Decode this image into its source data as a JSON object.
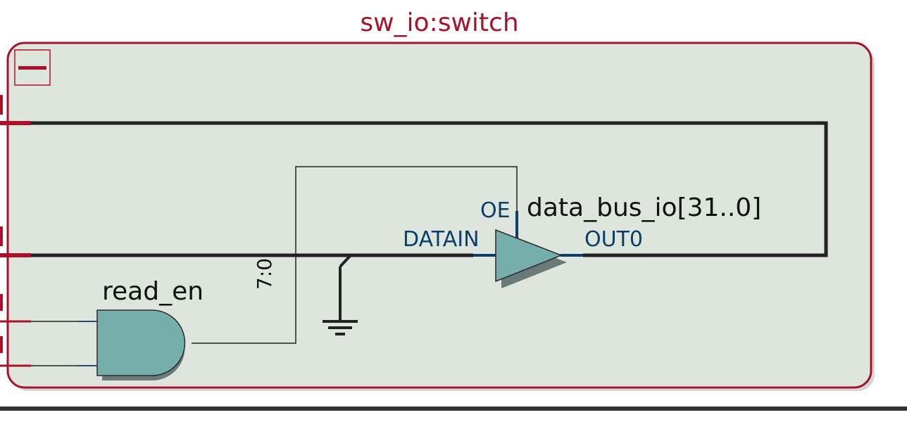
{
  "module": {
    "title": "sw_io:switch",
    "colors": {
      "border": "#a8132b",
      "fill": "#dde5dd",
      "wire": "#222222",
      "component": "#76aeac",
      "pin_label": "#0b3f6b",
      "title": "#a8132b"
    }
  },
  "gate": {
    "type": "AND",
    "instance_label": "read_en"
  },
  "buffer": {
    "type": "tri-state buffer",
    "instance_label": "data_bus_io[31..0]",
    "pins": {
      "oe": "OE",
      "datain": "DATAIN",
      "out": "OUT0"
    }
  },
  "bus_slice": {
    "label": "7:0"
  },
  "collapse_button": {
    "icon": "minus-icon"
  }
}
